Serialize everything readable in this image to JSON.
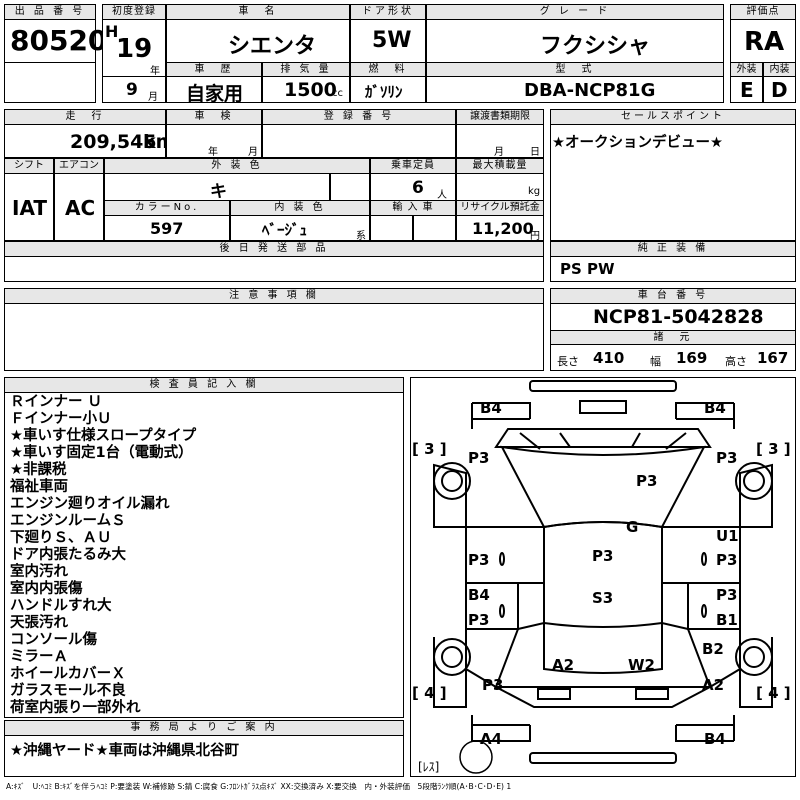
{
  "header": {
    "lot_no_label": "出 品 番 号",
    "lot_no": "80520",
    "first_reg_label": "初度登録",
    "era_letter": "H",
    "year": "19",
    "year_unit": "年",
    "month": "9",
    "month_unit": "月",
    "car_name_label": "車　名",
    "car_name": "シエンタ",
    "history_label": "車　歴",
    "history": "自家用",
    "displacement_label": "排 気 量",
    "displacement": "1500",
    "displacement_unit": "cc",
    "door_label": "ドア形状",
    "door": "5W",
    "fuel_label": "燃　料",
    "fuel": "ｶﾞｿﾘﾝ",
    "grade_label": "グ レ ー ド",
    "grade": "フクシシャ",
    "model_label": "型　式",
    "model": "DBA-NCP81G",
    "score_label": "評価点",
    "score": "RA",
    "ext_label": "外装",
    "ext": "E",
    "int_label": "内装",
    "int": "D"
  },
  "row2": {
    "mileage_label": "走　行",
    "mileage": "209,545",
    "mileage_unit": "km",
    "inspection_label": "車　検",
    "year_unit": "年",
    "month_unit": "月",
    "plate_label": "登 録 番 号",
    "deadline_label": "譲渡書類期限",
    "day_unit": "日",
    "shift_label": "シフト",
    "shift": "IAT",
    "ac_label": "エアコン",
    "ac": "AC",
    "exterior_color_label": "外 装 色",
    "exterior_color": "キ",
    "capacity_label": "乗車定員",
    "capacity": "6",
    "capacity_unit": "人",
    "load_label": "最大積載量",
    "load_unit": "kg",
    "color_no_label": "カラーNo.",
    "color_no": "597",
    "interior_color_label": "内 装 色",
    "interior_color": "ﾍﾞｰｼﾞｭ",
    "interior_color_unit": "系",
    "import_label": "輸 入 車",
    "recycle_label": "リサイクル預託金",
    "recycle": "11,200",
    "recycle_unit": "円",
    "later_parts_label": "後 日 発 送 部 品",
    "caution_label": "注 意 事 項 欄"
  },
  "right": {
    "sales_point_label": "セールスポイント",
    "sales_point": "★オークションデビュー★",
    "equipment_label": "純 正 装 備",
    "equipment": "PS PW",
    "chassis_label": "車 台 番 号",
    "chassis": "NCP81-5042828",
    "spec_label": "諸　元",
    "length_label": "長さ",
    "length": "410",
    "width_label": "幅",
    "width": "169",
    "height_label": "高さ",
    "height": "167"
  },
  "inspector": {
    "label": "検 査 員 記 入 欄",
    "notes": [
      "Ｒインナー Ｕ",
      "Ｆインナー小Ｕ",
      "★車いす仕様スロープタイプ",
      "★車いす固定1台（電動式）",
      "★非課税",
      "福祉車両",
      "エンジン廻りオイル漏れ",
      "エンジンルームＳ",
      "下廻りＳ、ＡＵ",
      "ドア内張たるみ大",
      "室内汚れ",
      "室内内張傷",
      "ハンドルすれ大",
      "天張汚れ",
      "コンソール傷",
      "ミラーＡ",
      "ホイールカバーＸ",
      "ガラスモール不良",
      "荷室内張り一部外れ"
    ]
  },
  "office": {
    "label": "事 務 局 よ り ご 案 内",
    "text": "★沖縄ヤード★車両は沖縄県北谷町"
  },
  "diagram": {
    "tire_fl": "[ 3 ]",
    "tire_fr": "[ 3 ]",
    "tire_rl": "[ 4 ]",
    "tire_rr": "[ 4 ]",
    "spare": "[ﾚｽ]",
    "marks": {
      "front_left_corner": "B4",
      "front_right_corner": "B4",
      "left_front_fender": "P3",
      "right_front_fender": "P3",
      "hood": "P3",
      "windshield": "G",
      "right_front_door_u": "U1",
      "right_front_door": "P3",
      "left_front_door": "P3",
      "roof": "P3",
      "left_rear_door_b": "B4",
      "left_rear_door": "P3",
      "roof_rear": "S3",
      "right_rear_door": "P3",
      "right_rear_door_b": "B1",
      "right_quarter": "B2",
      "rear_left": "A2",
      "rear_center": "W2",
      "left_quarter": "P3",
      "right_rear_corner": "A2",
      "rear_left_corner": "A4",
      "rear_right_corner": "B4"
    }
  },
  "legend": "A:ｷｽﾞ　U:ﾍｺﾐ B:ｷｽﾞを伴うﾍｺﾐ P:要塗装 W:補修跡 S:錆 C:腐食 G:ﾌﾛﾝﾄｶﾞﾗｽ点ｷｽﾞ XX:交換済み X:要交換　内・外装評価　5段階ﾗﾝｸ順(A･B･C･D･E) 1"
}
